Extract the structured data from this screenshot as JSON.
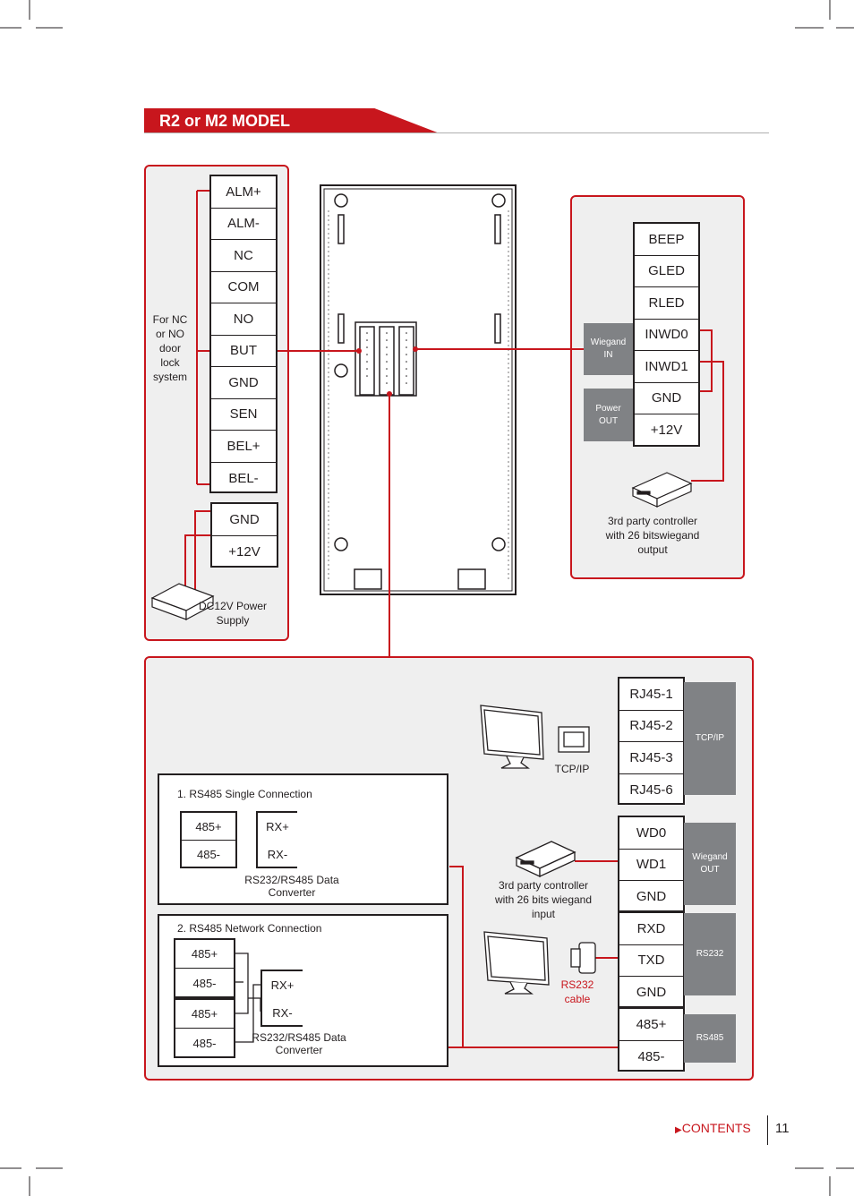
{
  "title": "R2 or M2 MODEL",
  "left_panel": {
    "lock_terminals": [
      "ALM+",
      "ALM-",
      "NC",
      "COM",
      "NO",
      "BUT",
      "GND",
      "SEN",
      "BEL+",
      "BEL-"
    ],
    "lock_caption": "For NC or NO door lock system",
    "power_terminals": [
      "GND",
      "+12V"
    ],
    "power_caption": "DC12V Power Supply"
  },
  "right_panel": {
    "terminals": [
      "BEEP",
      "GLED",
      "RLED",
      "INWD0",
      "INWD1",
      "GND",
      "+12V"
    ],
    "wiegand_in_label": "Wiegand IN",
    "power_out_label": "Power OUT",
    "controller_caption": "3rd party controller with 26 bitswiegand output"
  },
  "bottom_panel": {
    "tcpip_terminals": [
      "RJ45-1",
      "RJ45-2",
      "RJ45-3",
      "RJ45-6"
    ],
    "tcpip_tag": "TCP/IP",
    "tcpip_caption": "TCP/IP",
    "wiegand_terminals": [
      "WD0",
      "WD1",
      "GND"
    ],
    "wiegand_tag": "Wiegand OUT",
    "wiegand_caption": "3rd party controller with 26 bits wiegand input",
    "rs232_terminals": [
      "RXD",
      "TXD",
      "GND"
    ],
    "rs232_tag": "RS232",
    "rs232_cable_caption": "RS232 cable",
    "rs485_terminals": [
      "485+",
      "485-"
    ],
    "rs485_tag": "RS485",
    "single": {
      "heading": "1. RS485 Single Connection",
      "terminals": [
        "485+",
        "485-"
      ],
      "converter_terminals": [
        "RX+",
        "RX-"
      ],
      "converter_caption": "RS232/RS485 Data Converter"
    },
    "network": {
      "heading": "2. RS485 Network Connection",
      "terminals": [
        "485+",
        "485-",
        "485+",
        "485-"
      ],
      "converter_terminals": [
        "RX+",
        "RX-"
      ],
      "converter_caption": "RS232/RS485 Data Converter"
    }
  },
  "footer": {
    "contents_label": "CONTENTS",
    "page_number": "11"
  },
  "colors": {
    "accent": "#c8161d",
    "gray_tag": "#808285",
    "panel_bg": "#efefef"
  }
}
